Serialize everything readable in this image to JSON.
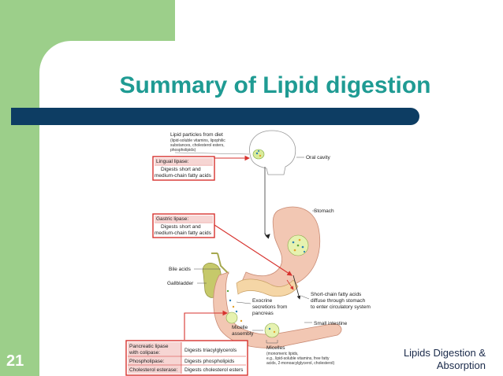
{
  "slide": {
    "title": "Summary of Lipid digestion",
    "number": "21",
    "footer_line1": "Lipids Digestion &",
    "footer_line2": "Absorption"
  },
  "diagram": {
    "lipid_particles": {
      "title": "Lipid particles from diet",
      "line1": "(lipid-soluble vitamins, lipophilic",
      "line2": "substances, cholesterol esters,",
      "line3": "phospholipids)"
    },
    "oral_cavity": "Oral cavity",
    "lingual": {
      "title": "Lingual lipase:",
      "line1": "Digests short and",
      "line2": "medium-chain fatty acids"
    },
    "stomach": "Stomach",
    "gastric": {
      "title": "Gastric lipase:",
      "line1": "Digests short and",
      "line2": "medium-chain fatty acids"
    },
    "bile_acids": "Bile acids",
    "gallbladder": "Gallbladder",
    "short_chain": {
      "line1": "Short-chain fatty acids",
      "line2": "diffuse through stomach",
      "line3": "to enter circulatory system"
    },
    "exocrine": {
      "line1": "Exocrine",
      "line2": "secretions from",
      "line3": "pancreas"
    },
    "small_intestine": "Small intestine",
    "micelle_assembly": {
      "line1": "Micelle",
      "line2": "assembly"
    },
    "micelles": {
      "title": "Micelles",
      "line1": "(monomeric lipids,",
      "line2": "e.g., lipid-soluble vitamins, free fatty",
      "line3": "acids, 2-monoacylglycerol, cholesterol)"
    },
    "enzyme_table": {
      "rows": [
        {
          "enzyme_line1": "Pancreatic lipase",
          "enzyme_line2": "with colipase:",
          "action": "Digests triacylglycerols"
        },
        {
          "enzyme_line1": "Phospholipase:",
          "enzyme_line2": "",
          "action": "Digests phospholipids"
        },
        {
          "enzyme_line1": "Cholesterol esterase:",
          "enzyme_line2": "",
          "action": "Digests cholesterol esters"
        }
      ]
    }
  },
  "colors": {
    "green_panel": "#9ccf8a",
    "title": "#1f9b93",
    "bar": "#0d3d63",
    "red_box": "#d7332f",
    "stomach": "#f2c7b3"
  }
}
